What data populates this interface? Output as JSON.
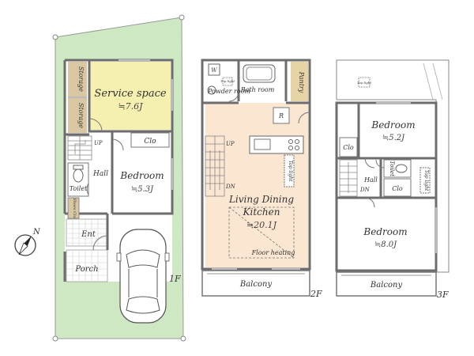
{
  "floors": {
    "first": {
      "label": "1F",
      "rooms": {
        "service_space": {
          "name": "Service space",
          "area": "≒7.6J"
        },
        "bedroom": {
          "name": "Bedroom",
          "area": "≒5.3J"
        },
        "storage_upper": "Storage",
        "storage_lower": "Storage",
        "closet": "Clo",
        "toilet": "Toilet",
        "hall": "Hall",
        "shoes_closet": "Shoes Clo",
        "entrance": "Ent",
        "porch": "Porch",
        "stair_up": "UP"
      }
    },
    "second": {
      "label": "2F",
      "rooms": {
        "ldk_line1": "Living Dining",
        "ldk_line2": "Kitchen",
        "ldk_area": "≒20.1J",
        "floor_heating": "Floor heating",
        "bathroom": "Bath room",
        "powder_room": "Powder room",
        "pantry": "Pantry",
        "washer": "W",
        "refrigerator": "R",
        "top_light_small": "Top light",
        "top_light": "Top light",
        "balcony": "Balcony",
        "stair_up": "UP",
        "stair_down": "DN"
      }
    },
    "third": {
      "label": "3F",
      "rooms": {
        "bedroom_upper": {
          "name": "Bedroom",
          "area": "≒5.2J"
        },
        "bedroom_lower": {
          "name": "Bedroom",
          "area": "≒8.0J"
        },
        "closet_left": "Clo",
        "closet_center": "Clo",
        "toilet": "Toilet",
        "hall": "Hall",
        "top_light_roof": "Top light",
        "top_light": "Top light",
        "balcony": "Balcony",
        "stair_down": "DN"
      }
    }
  },
  "compass": {
    "north": "N"
  },
  "colors": {
    "site": "#cfe8c4",
    "service_space": "#f5efb0",
    "ldk": "#fbe6d2",
    "wall": "#6d6d6d",
    "storage": "#d8c7a2",
    "pantry": "#e6d3a6"
  }
}
